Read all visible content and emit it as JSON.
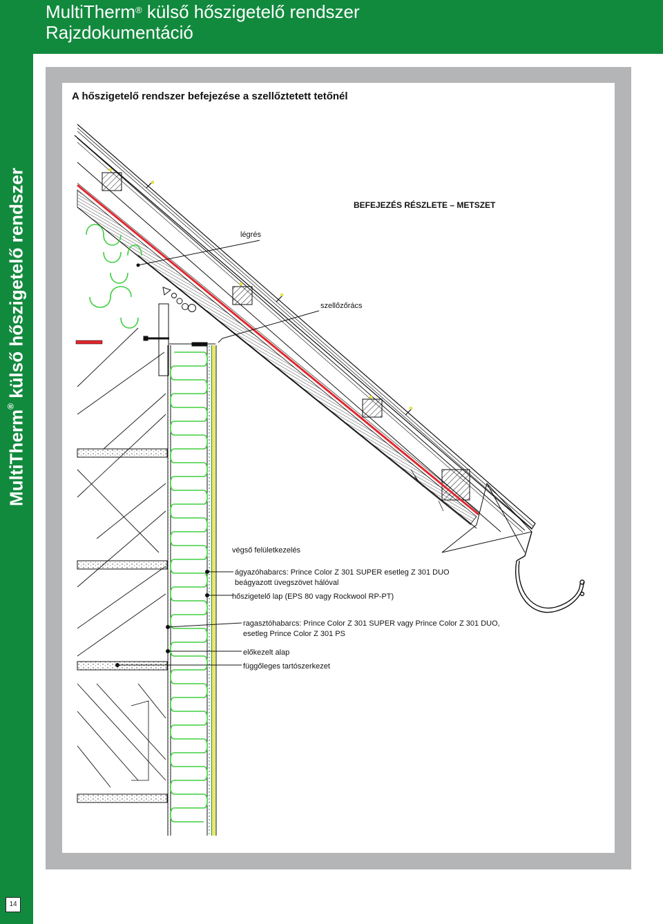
{
  "header": {
    "brand": "MultiTherm",
    "reg": "®",
    "title_rest": " külső hőszigetelő rendszer",
    "subtitle": "Rajzdokumentáció"
  },
  "sidebar": {
    "brand": "MultiTherm",
    "reg": "®",
    "rest": " külső hőszigetelő rendszer"
  },
  "page_number": "14",
  "section_title": "A hőszigetelő rendszer befejezése a szellőztetett tetőnél",
  "drawing": {
    "heading": "BEFEJEZÉS RÉSZLETE – METSZET",
    "labels": {
      "air_gap": "légrés",
      "vent_grid": "szellőzőrács",
      "finish": "végső felületkezelés",
      "base_coat_1": "ágyazóhabarcs: Prince Color Z 301 SUPER esetleg Z 301 DUO",
      "base_coat_2": "beágyazott üvegszövet hálóval",
      "insulation": "hőszigetelő lap (EPS 80 vagy Rockwool RP-PT)",
      "adhesive_1": "ragasztóhabarcs: Prince Color Z 301 SUPER vagy Prince Color Z 301 DUO,",
      "adhesive_2": "esetleg Prince Color Z 301 PS",
      "primer": "előkezelt alap",
      "structure": "függőleges tartószerkezet"
    }
  },
  "colors": {
    "brand_green": "#128a3e",
    "frame_gray": "#b4b5b7",
    "insulation_green": "#3ecf3e",
    "membrane_red": "#e0262d",
    "finish_yellow": "#e9e86a"
  }
}
